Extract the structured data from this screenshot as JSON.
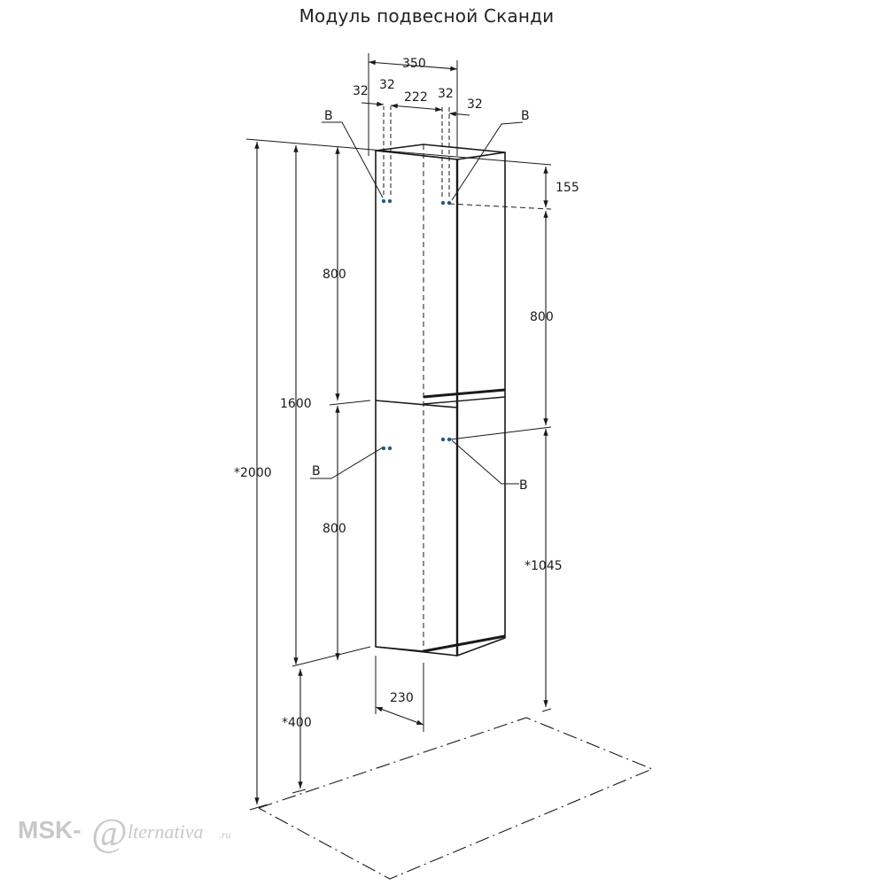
{
  "title": "Модуль подвесной Сканди",
  "dimensions": {
    "width_total": "350",
    "hole_left_a": "32",
    "hole_left_b": "32",
    "hole_spacing": "222",
    "hole_right_a": "32",
    "hole_right_b": "32",
    "top_offset": "155",
    "left_upper": "800",
    "left_mid": "1600",
    "left_lower": "800",
    "left_total": "*2000",
    "floor_gap": "*400",
    "right_upper": "800",
    "right_lower": "*1045",
    "depth": "230"
  },
  "markers": {
    "top_left": "B",
    "top_right": "B",
    "bottom_left": "B",
    "bottom_right": "B"
  },
  "colors": {
    "line": "#1a1a1a",
    "hole": "#1f5e80",
    "watermark": "#c8c8c8"
  },
  "watermark": {
    "brand": "MSK-",
    "at": "@",
    "tail": "lternativa",
    "domain": ".ru"
  }
}
